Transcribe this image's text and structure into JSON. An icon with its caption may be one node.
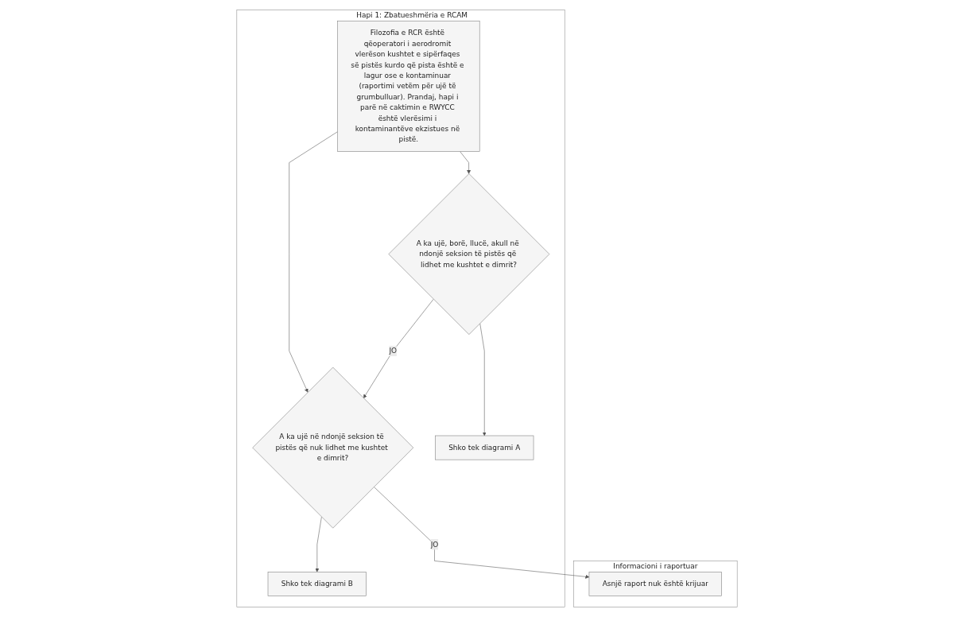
{
  "diagram": {
    "nodes": [
      {
        "text": [
          "Hapi 1: Zbatueshmëria e RCAM"
        ]
      },
      {
        "text": [
          "Filozofia e RCR është qëoperatori i aerodromit vlerëson kushtet e sipërfaqes së pistës kurdo që pista është e lagur ose e kontaminuar (raportimi vetëm për ujë të grumbulluar). Prandaj, hapi i parë në caktimin e RWYCC është vlerësimi i kontaminantëve ekzistues në pistë."
        ],
        "in": 0
      },
      {
        "text": [
          "A ka ujë, borë, llucë, akull në ndonjë seksion të pistës që lidhet me kushtet e dimrit?"
        ],
        "in": 0
      },
      {
        "text": [
          "A ka ujë në ndonjë seksion të pistës që nuk lidhet me kushtet e dimrit?"
        ],
        "in": 0
      },
      {
        "text": [
          "Shko tek diagrami A"
        ],
        "in": 0
      },
      {
        "text": [
          "Shko tek diagrami B"
        ],
        "in": 0
      },
      {
        "text": [
          "Informacioni i raportuar"
        ]
      },
      {
        "text": [
          "Asnjë raport nuk është krijuar"
        ],
        "in": 6
      }
    ],
    "edges": [
      {
        "from": 1,
        "to": 2,
        "arrow": "to"
      },
      {
        "from": 1,
        "to": 3,
        "arrow": "to"
      },
      {
        "from": 2,
        "to": 3,
        "arrow": "to",
        "label": "JO"
      },
      {
        "from": 3,
        "to": 7,
        "arrow": "to",
        "label": "JO"
      },
      {
        "from": 2,
        "to": 4,
        "arrow": "to"
      },
      {
        "from": 3,
        "to": 5,
        "arrow": "to"
      }
    ]
  }
}
